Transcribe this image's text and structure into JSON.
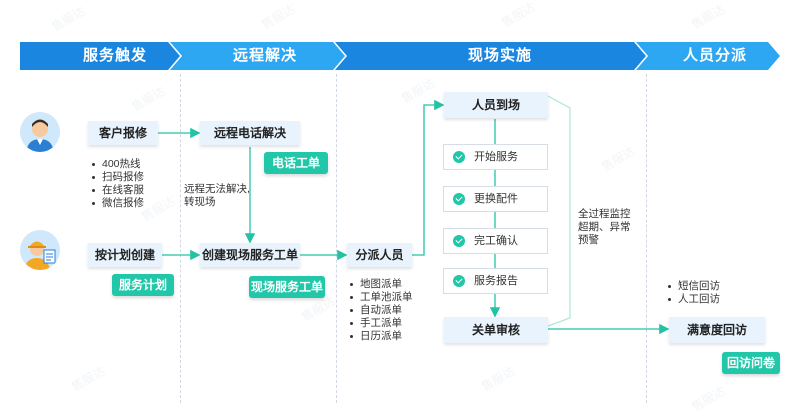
{
  "stages": [
    "服务触发",
    "远程解决",
    "现场实施",
    "人员分派"
  ],
  "nodes": {
    "customer_report": "客户报修",
    "remote_phone": "远程电话解决",
    "plan_create": "按计划创建",
    "create_onsite_order": "创建现场服务工单",
    "assign_staff": "分派人员",
    "staff_arrive": "人员到场",
    "close_review": "关单审核",
    "satisfaction_visit": "满意度回访"
  },
  "tags": {
    "phone_order": "电话工单",
    "plan_service": "服务计划",
    "onsite_order": "现场服务工单",
    "visit_survey": "回访问卷"
  },
  "report_channels": [
    "400热线",
    "扫码报修",
    "在线客服",
    "微信报修"
  ],
  "dispatch_methods": [
    "地图派单",
    "工单池派单",
    "自动派单",
    "手工派单",
    "日历派单"
  ],
  "visit_methods": [
    "短信回访",
    "人工回访"
  ],
  "onsite_steps": [
    "开始服务",
    "更换配件",
    "完工确认",
    "服务报告"
  ],
  "notes": {
    "remote_fail_1": "远程无法解决,",
    "remote_fail_2": "转现场",
    "monitor_1": "全过程监控",
    "monitor_2": "超期、异常",
    "monitor_3": "预警"
  },
  "watermark": "售服达",
  "colors": {
    "stage_dark": "#1a86e0",
    "stage_light": "#2ea7f2",
    "box": "#e8f3fd",
    "tag": "#21c7a8",
    "arrow": "#22c3a4"
  }
}
